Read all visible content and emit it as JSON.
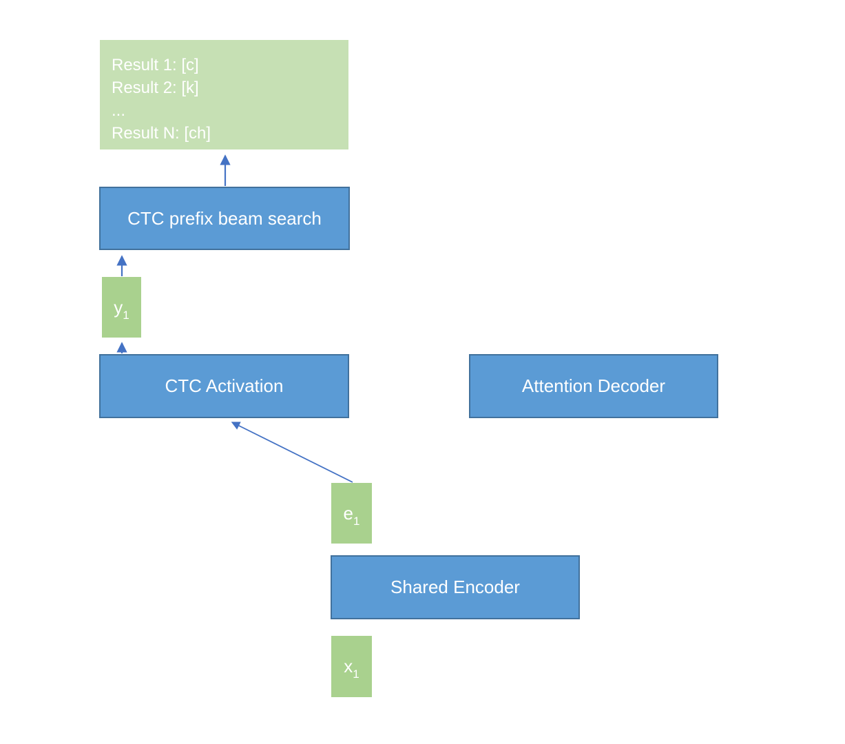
{
  "diagram": {
    "description": "CTC / Attention hybrid speech recognition decoding diagram",
    "results_box": {
      "lines": [
        "Result 1: [c]",
        "Result 2: [k]",
        "...",
        "Result N: [ch]"
      ]
    },
    "nodes": {
      "ctc_prefix_beam_search": {
        "label": "CTC prefix beam search"
      },
      "ctc_activation": {
        "label": "CTC Activation"
      },
      "attention_decoder": {
        "label": "Attention Decoder"
      },
      "shared_encoder": {
        "label": "Shared Encoder"
      },
      "y1": {
        "base": "y",
        "sub": "1"
      },
      "e1": {
        "base": "e",
        "sub": "1"
      },
      "x1": {
        "base": "x",
        "sub": "1"
      }
    },
    "arrows": [
      {
        "name": "ctc-prefix-beam-search-to-results"
      },
      {
        "name": "y1-to-ctc-prefix-beam-search"
      },
      {
        "name": "ctc-activation-to-y1"
      },
      {
        "name": "e1-to-ctc-activation"
      }
    ],
    "colors": {
      "blue_fill": "#5b9bd5",
      "blue_border": "#41719c",
      "light_green_fill": "#c6e0b4",
      "medium_green_fill": "#a9d18e",
      "arrow_blue": "#4472c4",
      "text_white": "#ffffff"
    }
  }
}
